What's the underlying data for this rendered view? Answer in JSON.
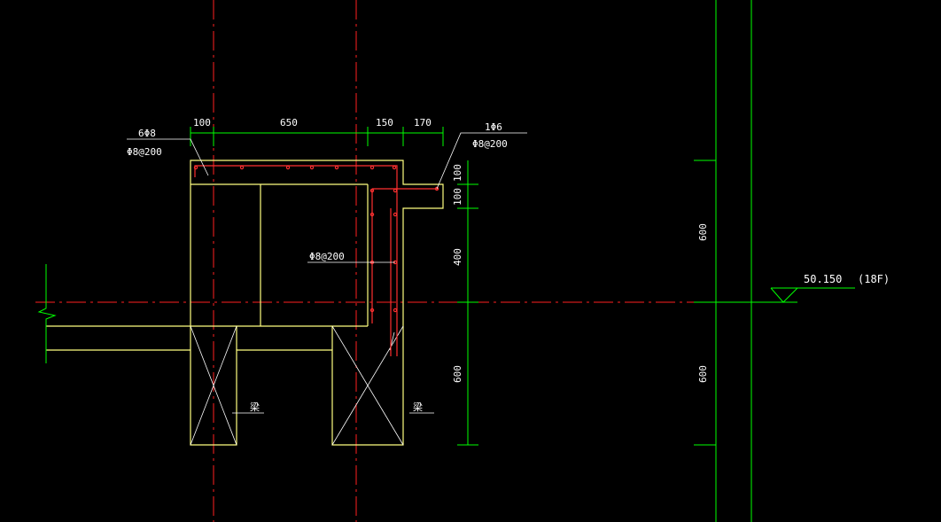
{
  "colors": {
    "background": "#000000",
    "axis": "#ff2020",
    "concrete": "#ffff80",
    "rebar": "#ff3030",
    "dimension": "#00ff00",
    "text": "#ffffff"
  },
  "dims_top": {
    "d1": "100",
    "d2": "650",
    "d3": "150",
    "d4": "170"
  },
  "dims_right": {
    "d1": "100",
    "d2": "100",
    "d3": "400",
    "d4": "600"
  },
  "dims_far": {
    "upper": "600",
    "lower": "600"
  },
  "labels": {
    "top_left_bars": "6Φ8",
    "top_left_stirrup": "Φ8@200",
    "right_bars": "1Φ6",
    "right_stirrup": "Φ8@200",
    "mid_rebar": "Φ8@200",
    "beam_left": "梁",
    "beam_right": "梁",
    "elevation": "50.150",
    "floor": "(18F)"
  }
}
